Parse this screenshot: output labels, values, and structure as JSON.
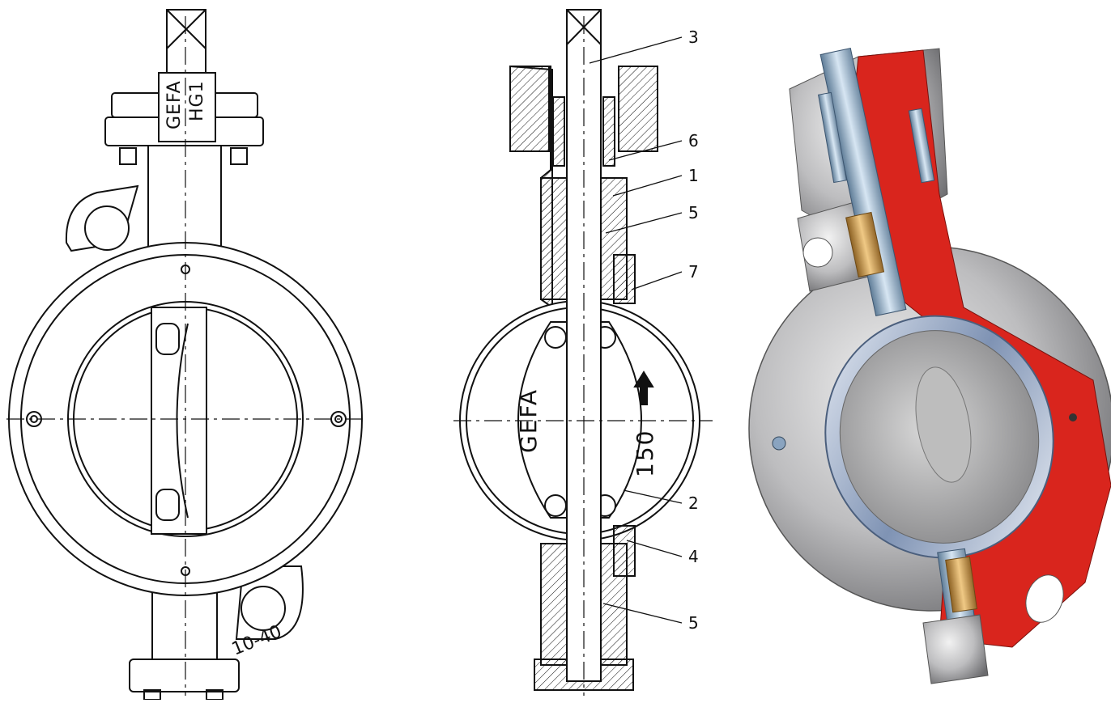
{
  "front_view": {
    "nameplate_line1": "GEFA",
    "nameplate_line2": "HG1",
    "flange_rating": "10-40"
  },
  "section_view": {
    "disc_brand": "GEFA",
    "disc_size": "150",
    "flow_arrow_icon": "arrow-up-icon",
    "callouts": [
      "3",
      "6",
      "1",
      "5",
      "7",
      "2",
      "4",
      "5"
    ]
  },
  "cutaway_view": {
    "colors": {
      "body_section": "#d9251d",
      "bronze_bushing": "#c9913b",
      "steel_shaft": "#9ab6cf",
      "body_metal": "#b9b9bb"
    }
  }
}
